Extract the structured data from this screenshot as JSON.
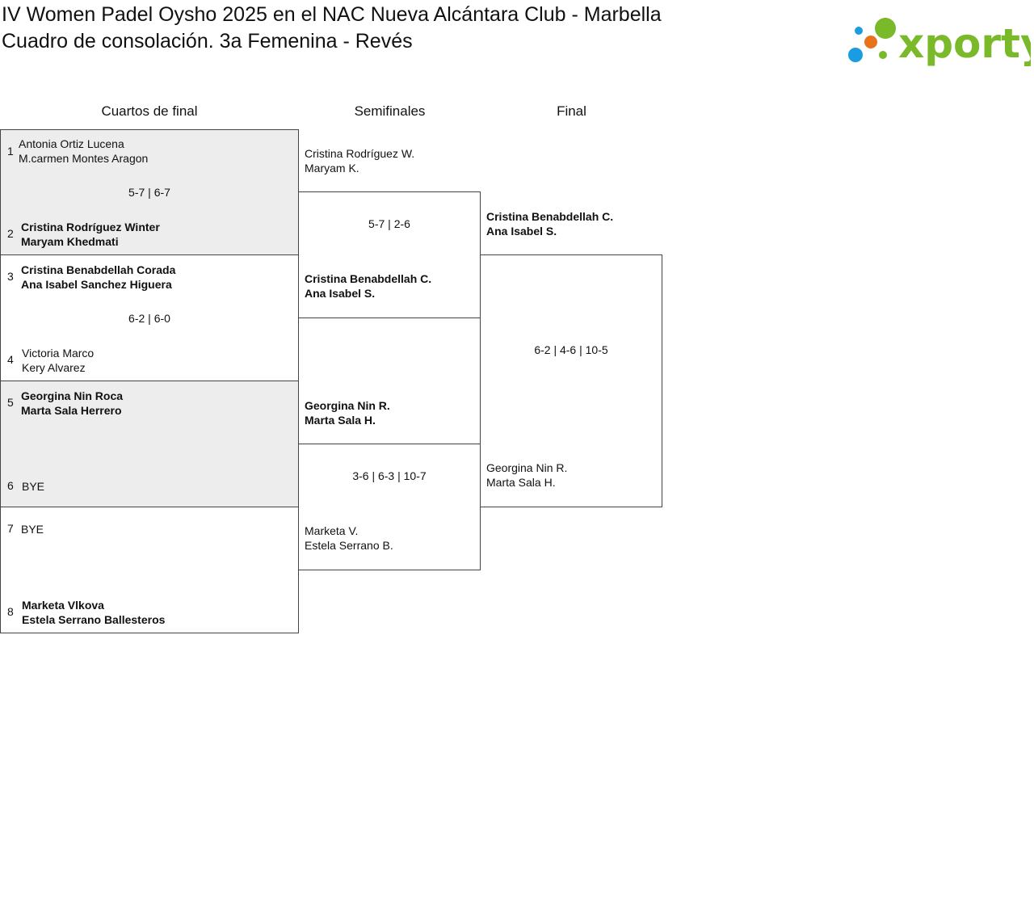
{
  "header": {
    "title_line1": "IV Women Padel Oysho 2025 en el NAC Nueva Alcántara Club - Marbella",
    "title_line2": "Cuadro de consolación. 3a Femenina - Revés",
    "logo_text": "xporty"
  },
  "colors": {
    "logo_green": "#7ab929",
    "logo_orange": "#e8731a",
    "logo_blue": "#1a9de0",
    "shaded_row": "#ededed"
  },
  "rounds": {
    "quarterfinals": "Cuartos de final",
    "semifinals": "Semifinales",
    "final": "Final"
  },
  "quarterfinals": [
    {
      "score": "5-7 | 6-7",
      "team_a": {
        "seed": "1",
        "player1": "Antonia Ortiz Lucena",
        "player2": "M.carmen Montes Aragon"
      },
      "team_b": {
        "seed": "2",
        "player1": "Cristina Rodríguez Winter",
        "player2": "Maryam Khedmati"
      }
    },
    {
      "score": "6-2 | 6-0",
      "team_a": {
        "seed": "3",
        "player1": "Cristina Benabdellah Corada",
        "player2": "Ana Isabel Sanchez Higuera"
      },
      "team_b": {
        "seed": "4",
        "player1": "Victoria Marco",
        "player2": "Kery Alvarez"
      }
    },
    {
      "score": "",
      "team_a": {
        "seed": "5",
        "player1": "Georgina Nin Roca",
        "player2": "Marta Sala Herrero"
      },
      "team_b": {
        "seed": "6",
        "player1": "BYE"
      }
    },
    {
      "score": "",
      "team_a": {
        "seed": "7",
        "player1": "BYE"
      },
      "team_b": {
        "seed": "8",
        "player1": "Marketa Vlkova",
        "player2": "Estela Serrano Ballesteros"
      }
    }
  ],
  "semifinals": [
    {
      "score": "5-7 | 2-6",
      "team_a": {
        "player1": "Cristina Rodríguez W.",
        "player2": "Maryam K."
      },
      "team_b": {
        "player1": "Cristina Benabdellah C.",
        "player2": "Ana Isabel S."
      }
    },
    {
      "score": "3-6 | 6-3 | 10-7",
      "team_a": {
        "player1": "Georgina Nin R.",
        "player2": "Marta Sala H."
      },
      "team_b": {
        "player1": "Marketa V.",
        "player2": "Estela Serrano B."
      }
    }
  ],
  "final": {
    "score": "6-2 | 4-6 | 10-5",
    "team_a": {
      "player1": "Cristina Benabdellah C.",
      "player2": "Ana Isabel S."
    },
    "team_b": {
      "player1": "Georgina Nin R.",
      "player2": "Marta Sala H."
    }
  }
}
